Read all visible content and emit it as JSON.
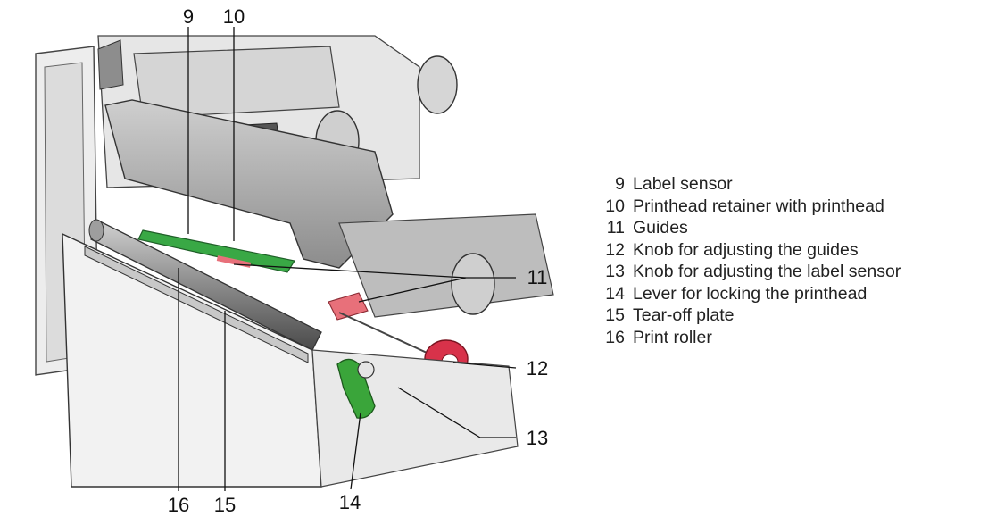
{
  "callouts": [
    "9",
    "10",
    "11",
    "12",
    "13",
    "14",
    "15",
    "16"
  ],
  "legend": [
    {
      "num": "9",
      "text": "Label sensor"
    },
    {
      "num": "10",
      "text": "Printhead retainer with printhead"
    },
    {
      "num": "11",
      "text": "Guides"
    },
    {
      "num": "12",
      "text": "Knob for adjusting the guides"
    },
    {
      "num": "13",
      "text": "Knob for adjusting the label sensor"
    },
    {
      "num": "14",
      "text": "Lever for locking the printhead"
    },
    {
      "num": "15",
      "text": "Tear-off plate"
    },
    {
      "num": "16",
      "text": "Print roller"
    }
  ],
  "colors": {
    "guide": "#e8707a",
    "lever": "#3aa53a",
    "knob": "#d8324a",
    "sensor": "#39a845",
    "metal": "#9e9e9e"
  }
}
